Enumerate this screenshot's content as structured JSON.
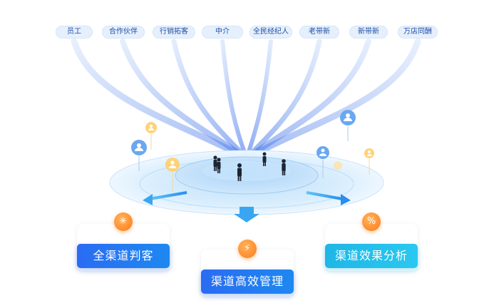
{
  "channels": [
    "员工",
    "合作伙伴",
    "行销拓客",
    "中介",
    "全民经纪人",
    "老带新",
    "新带新",
    "万店同酬"
  ],
  "outcomes": {
    "left": "全渠道判客",
    "center": "渠道高效管理",
    "right": "渠道效果分析"
  },
  "colors": {
    "tag_bg": "#e6f0fd",
    "tag_text": "#1f4fa3",
    "primary_blue": "#2a6cf2",
    "cyan": "#1fb6e6",
    "orange": "#ff7a1a"
  },
  "icons": {
    "left_badge": "network-icon",
    "center_badge": "lightning-icon",
    "right_badge": "percent-icon",
    "pins": "user-pin-icon"
  }
}
